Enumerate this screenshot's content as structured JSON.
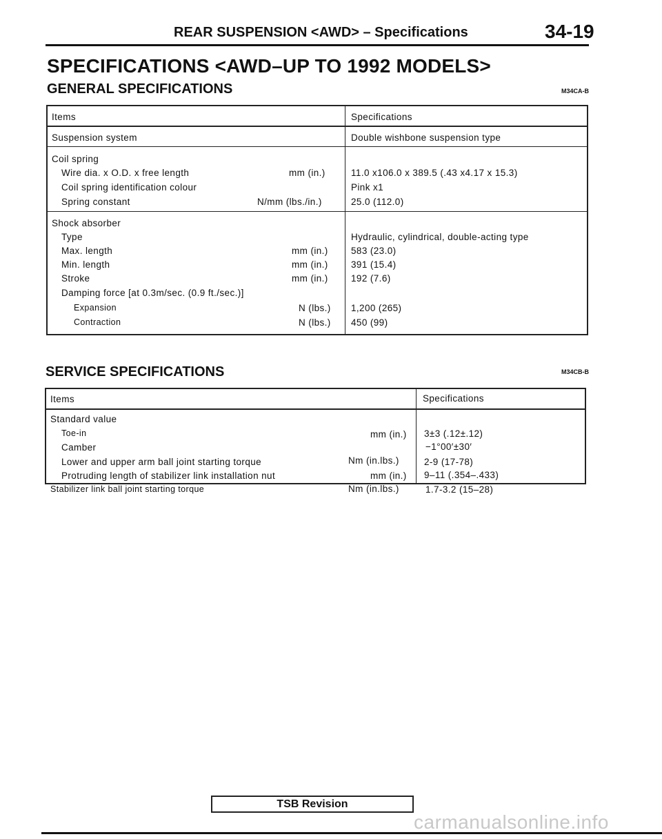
{
  "header": {
    "title": "REAR SUSPENSION <AWD> – Specifications",
    "page_number": "34-19"
  },
  "main_title": "SPECIFICATIONS <AWD–UP TO 1992 MODELS>",
  "general": {
    "heading": "GENERAL SPECIFICATIONS",
    "code": "M34CA-B",
    "columns": {
      "items": "Items",
      "specs": "Specifications"
    },
    "suspension": {
      "label": "Suspension system",
      "value": "Double wishbone suspension type"
    },
    "coil_spring": {
      "label": "Coil spring",
      "wire": {
        "label": "Wire dia. x O.D. x free length",
        "unit": "mm (in.)",
        "value": "11.0 x106.0 x 389.5 (.43 x4.17 x 15.3)"
      },
      "identification": {
        "label": "Coil spring identification colour",
        "value": "Pink x1"
      },
      "constant": {
        "label": "Spring constant",
        "unit": "N/mm (lbs./in.)",
        "value": "25.0 (112.0)"
      }
    },
    "shock": {
      "label": "Shock absorber",
      "type": {
        "label": "Type",
        "value": "Hydraulic, cylindrical, double-acting type"
      },
      "max": {
        "label": "Max. length",
        "unit": "mm (in.)",
        "value": "583 (23.0)"
      },
      "min": {
        "label": "Min. length",
        "unit": "mm (in.)",
        "value": "391 (15.4)"
      },
      "stroke": {
        "label": "Stroke",
        "unit": "mm (in.)",
        "value": "192 (7.6)"
      },
      "damping": {
        "label": "Damping force [at 0.3m/sec. (0.9 ft./sec.)]"
      },
      "expansion": {
        "label": "Expansion",
        "unit": "N (lbs.)",
        "value": "1,200 (265)"
      },
      "contraction": {
        "label": "Contraction",
        "unit": "N (lbs.)",
        "value": "450 (99)"
      }
    }
  },
  "service": {
    "heading": "SERVICE SPECIFICATIONS",
    "code": "M34CB-B",
    "columns": {
      "items": "Items",
      "specs": "Specifications"
    },
    "standard": {
      "label": "Standard value",
      "toe": {
        "label": "Toe-in",
        "unit": "mm (in.)",
        "value": "3±3 (.12±.12)"
      },
      "camber": {
        "label": "Camber",
        "value": "−1°00′±30′"
      },
      "arm_joint": {
        "label": "Lower and upper arm ball joint starting torque",
        "unit": "Nm (in.lbs.)",
        "value": "2-9 (17-78)"
      },
      "protruding": {
        "label": "Protruding length of stabilizer link installation nut",
        "unit": "mm (in.)",
        "value": "9–11 (.354–.433)"
      },
      "stab_joint": {
        "label": "Stabilizer link ball joint starting torque",
        "unit": "Nm (in.lbs.)",
        "value": "1.7-3.2 (15–28)"
      }
    }
  },
  "footer": {
    "tsb": "TSB Revision",
    "watermark": "carmanualsonline.info"
  }
}
